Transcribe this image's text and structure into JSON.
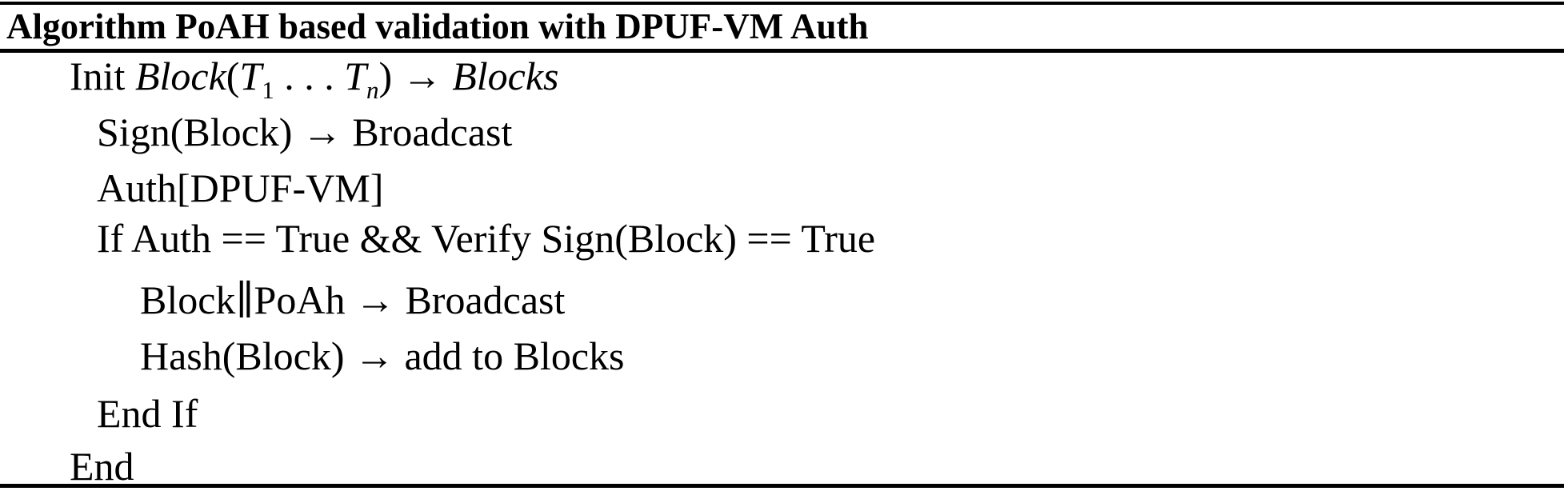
{
  "figure": {
    "background": "#ffffff",
    "text_color": "#000000",
    "rule_color": "#000000"
  },
  "algorithm": {
    "title": "Algorithm PoAH based validation with DPUF-VM Auth",
    "init_line": {
      "keyword": "Init ",
      "fn": "Block",
      "open_paren": "(",
      "t_base_1": "T",
      "t_sub_1": "1",
      "dots": " . . . ",
      "t_base_n": "T",
      "t_sub_n": "n",
      "close_paren": ")",
      "arrow": " → ",
      "target": "Blocks"
    },
    "steps": [
      {
        "text": "Sign(Block) → Broadcast"
      },
      {
        "text": "Auth[DPUF-VM]"
      },
      {
        "text": "If Auth == True && Verify Sign(Block) == True"
      },
      {
        "text": "Block∥PoAh → Broadcast"
      },
      {
        "text": "Hash(Block) → add to Blocks"
      },
      {
        "text": "End If"
      },
      {
        "text": "End"
      }
    ]
  }
}
